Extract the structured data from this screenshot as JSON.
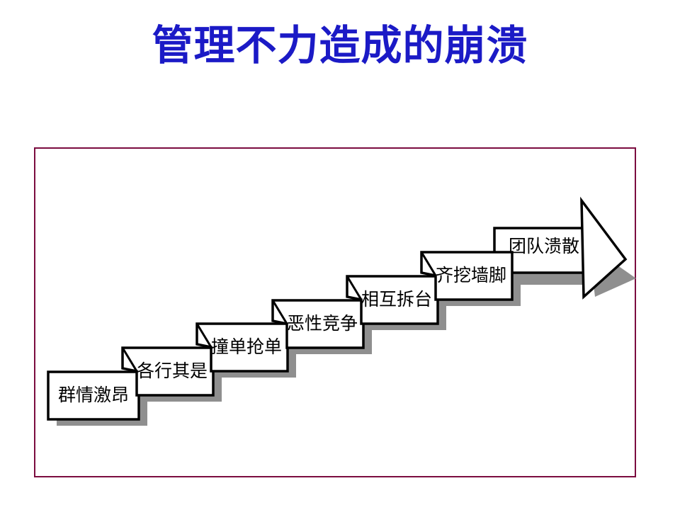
{
  "slide": {
    "title": "管理不力造成的崩溃"
  },
  "diagram": {
    "description": "staircase-of-collapse",
    "steps": [
      {
        "label": "群情激昂",
        "shape": "card"
      },
      {
        "label": "各行其是",
        "shape": "card"
      },
      {
        "label": "撞单抢单",
        "shape": "card"
      },
      {
        "label": "恶性竞争",
        "shape": "card"
      },
      {
        "label": "相互拆台",
        "shape": "card"
      },
      {
        "label": "齐挖墙脚",
        "shape": "card"
      },
      {
        "label": "团队溃散",
        "shape": "arrow"
      }
    ]
  },
  "colors": {
    "title_blue": "#1b1ac6",
    "frame_maroon": "#7b0c3f",
    "card_fill": "#ffffff",
    "card_border": "#000000",
    "shadow_gray": "#8f8f8f",
    "background": "#ffffff"
  }
}
